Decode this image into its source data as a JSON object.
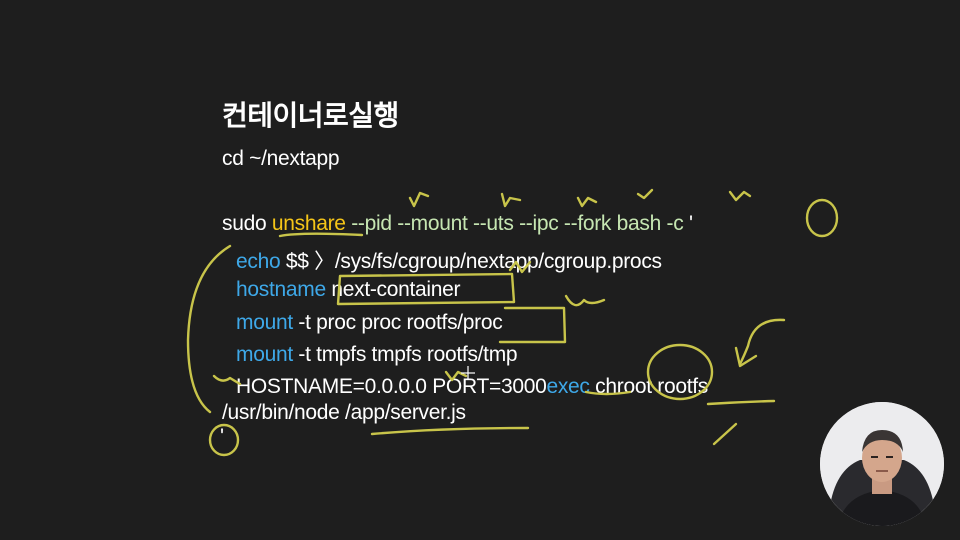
{
  "colors": {
    "background": "#1e1e1e",
    "text": "#ffffff",
    "keyword": "#3ea8e8",
    "unshare": "#f5c518",
    "options": "#c6e6b2",
    "annotation": "#c8c44a"
  },
  "slide": {
    "title": "컨테이너로실행",
    "cmd_cd": "cd ~/nextapp",
    "sudo_line": {
      "sudo": "sudo ",
      "unshare": "unshare",
      "options": " --pid --mount --uts --ipc --fork bash -c",
      "quote": " '"
    },
    "echo_line": {
      "kw": "echo",
      "rest": " $$ 〉/sys/fs/cgroup/nextapp/cgroup.procs"
    },
    "hostname_line": {
      "kw": "hostname",
      "rest": " next-container"
    },
    "mount_proc_line": {
      "kw": "mount",
      "rest": " -t proc proc rootfs/proc"
    },
    "mount_tmp_line": {
      "kw": "mount",
      "rest": " -t tmpfs tmpfs rootfs/tmp"
    },
    "env_line": {
      "pre": "HOSTNAME=0.0.0.0 PORT=3000",
      "kw": "exec",
      "post": " chroot rootfs"
    },
    "node_line": "/usr/bin/node /app/server.js",
    "closing_quote": "'"
  },
  "webcam": {
    "icon": "presenter-webcam"
  }
}
